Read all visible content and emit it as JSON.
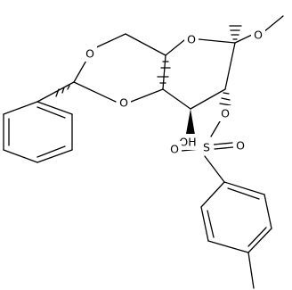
{
  "diagram": {
    "type": "chemical-structure",
    "atom_labels": {
      "ring_o_top": "O",
      "methoxy_o": "O",
      "acetal_o_left": "O",
      "acetal_o_right": "O",
      "hydroxyl": "OH",
      "tosyl_ester_o": "O",
      "sulfur": "S",
      "sulfonyl_o_left": "O",
      "sulfonyl_o_right": "O"
    }
  }
}
